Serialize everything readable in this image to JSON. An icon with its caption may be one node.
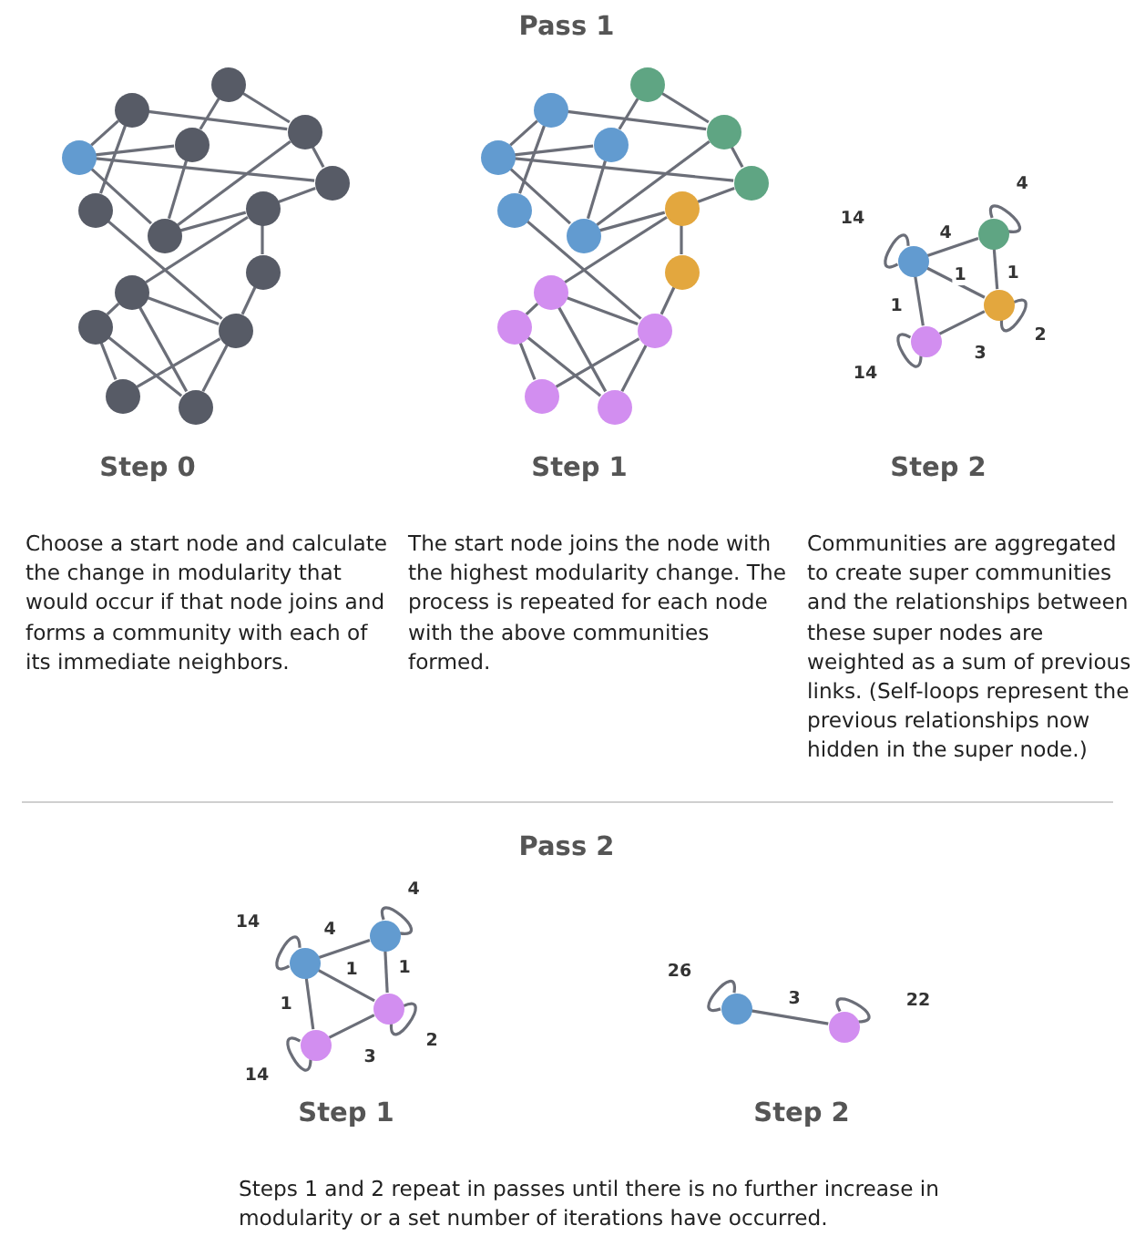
{
  "diagram": {
    "nodes": [
      {
        "text": [],
        "shape": "circle"
      },
      {
        "text": [],
        "shape": "circle"
      },
      {
        "text": [],
        "shape": "circle"
      },
      {
        "text": [],
        "shape": "circle"
      },
      {
        "text": [],
        "shape": "circle"
      },
      {
        "text": [],
        "shape": "circle"
      },
      {
        "text": [],
        "shape": "circle"
      },
      {
        "text": [],
        "shape": "circle"
      },
      {
        "text": [],
        "shape": "circle"
      },
      {
        "text": [],
        "shape": "circle"
      },
      {
        "text": [],
        "shape": "circle"
      },
      {
        "text": [],
        "shape": "circle"
      },
      {
        "text": [],
        "shape": "circle"
      },
      {
        "text": [],
        "shape": "circle"
      },
      {
        "text": [],
        "shape": "circle"
      },
      {
        "text": [],
        "shape": "circle"
      },
      {
        "text": [],
        "shape": "circle"
      },
      {
        "text": [],
        "shape": "circle"
      },
      {
        "text": [],
        "shape": "circle"
      },
      {
        "text": [],
        "shape": "circle"
      },
      {
        "text": [],
        "shape": "circle"
      },
      {
        "text": [],
        "shape": "circle"
      },
      {
        "text": [],
        "shape": "circle"
      },
      {
        "text": [],
        "shape": "circle"
      },
      {
        "text": [],
        "shape": "circle"
      },
      {
        "text": [],
        "shape": "circle"
      },
      {
        "text": [],
        "shape": "circle"
      },
      {
        "text": [],
        "shape": "circle"
      },
      {
        "text": [],
        "shape": "circle"
      },
      {
        "text": [],
        "shape": "circle"
      },
      {
        "text": [],
        "shape": "circle"
      },
      {
        "text": [],
        "shape": "circle"
      },
      {
        "text": [],
        "shape": "circle"
      },
      {
        "text": [],
        "shape": "circle"
      },
      {
        "text": [],
        "shape": "circle"
      },
      {
        "text": [],
        "shape": "circle"
      },
      {
        "text": [],
        "shape": "circle"
      },
      {
        "text": [],
        "shape": "circle"
      },
      {
        "text": [],
        "shape": "circle"
      },
      {
        "text": [],
        "shape": "circle"
      }
    ],
    "edges": [
      {
        "from": 0,
        "to": 2,
        "arrow": "none"
      },
      {
        "from": 0,
        "to": 4,
        "arrow": "none"
      },
      {
        "from": 1,
        "to": 2,
        "arrow": "none"
      },
      {
        "from": 1,
        "to": 3,
        "arrow": "none"
      },
      {
        "from": 1,
        "to": 6,
        "arrow": "none"
      },
      {
        "from": 3,
        "to": 4,
        "arrow": "none"
      },
      {
        "from": 3,
        "to": 5,
        "arrow": "none"
      },
      {
        "from": 3,
        "to": 8,
        "arrow": "none"
      },
      {
        "from": 4,
        "to": 8,
        "arrow": "none"
      },
      {
        "from": 2,
        "to": 8,
        "arrow": "none"
      },
      {
        "from": 2,
        "to": 5,
        "arrow": "none"
      },
      {
        "from": 5,
        "to": 7,
        "arrow": "none"
      },
      {
        "from": 7,
        "to": 8,
        "arrow": "none"
      },
      {
        "from": 7,
        "to": 9,
        "arrow": "none"
      },
      {
        "from": 7,
        "to": 10,
        "arrow": "none"
      },
      {
        "from": 9,
        "to": 12,
        "arrow": "none"
      },
      {
        "from": 6,
        "to": 12,
        "arrow": "none"
      },
      {
        "from": 10,
        "to": 12,
        "arrow": "none"
      },
      {
        "from": 10,
        "to": 11,
        "arrow": "none"
      },
      {
        "from": 10,
        "to": 14,
        "arrow": "none"
      },
      {
        "from": 11,
        "to": 14,
        "arrow": "none"
      },
      {
        "from": 11,
        "to": 13,
        "arrow": "none"
      },
      {
        "from": 13,
        "to": 12,
        "arrow": "none"
      },
      {
        "from": 12,
        "to": 14,
        "arrow": "none"
      },
      {
        "from": 15,
        "to": 17,
        "arrow": "none"
      },
      {
        "from": 15,
        "to": 19,
        "arrow": "none"
      },
      {
        "from": 16,
        "to": 17,
        "arrow": "none"
      },
      {
        "from": 16,
        "to": 18,
        "arrow": "none"
      },
      {
        "from": 16,
        "to": 21,
        "arrow": "none"
      },
      {
        "from": 18,
        "to": 19,
        "arrow": "none"
      },
      {
        "from": 18,
        "to": 20,
        "arrow": "none"
      },
      {
        "from": 18,
        "to": 23,
        "arrow": "none"
      },
      {
        "from": 19,
        "to": 23,
        "arrow": "none"
      },
      {
        "from": 17,
        "to": 23,
        "arrow": "none"
      },
      {
        "from": 17,
        "to": 20,
        "arrow": "none"
      },
      {
        "from": 20,
        "to": 22,
        "arrow": "none"
      },
      {
        "from": 22,
        "to": 23,
        "arrow": "none"
      },
      {
        "from": 22,
        "to": 24,
        "arrow": "none"
      },
      {
        "from": 22,
        "to": 25,
        "arrow": "none"
      },
      {
        "from": 24,
        "to": 27,
        "arrow": "none"
      },
      {
        "from": 21,
        "to": 27,
        "arrow": "none"
      },
      {
        "from": 25,
        "to": 27,
        "arrow": "none"
      },
      {
        "from": 25,
        "to": 26,
        "arrow": "none"
      },
      {
        "from": 25,
        "to": 29,
        "arrow": "none"
      },
      {
        "from": 26,
        "to": 29,
        "arrow": "none"
      },
      {
        "from": 26,
        "to": 28,
        "arrow": "none"
      },
      {
        "from": 28,
        "to": 27,
        "arrow": "none"
      },
      {
        "from": 27,
        "to": 29,
        "arrow": "none"
      },
      {
        "from": 30,
        "to": 31,
        "arrow": "none",
        "label": "4"
      },
      {
        "from": 30,
        "to": 32,
        "arrow": "none",
        "label": "1"
      },
      {
        "from": 31,
        "to": 32,
        "arrow": "none",
        "label": "1"
      },
      {
        "from": 30,
        "to": 33,
        "arrow": "none",
        "label": "1"
      },
      {
        "from": 33,
        "to": 32,
        "arrow": "none",
        "label": "3"
      },
      {
        "from": 30,
        "to": 30,
        "arrow": "none",
        "label": "14"
      },
      {
        "from": 31,
        "to": 31,
        "arrow": "none",
        "label": "4"
      },
      {
        "from": 32,
        "to": 32,
        "arrow": "none",
        "label": "2"
      },
      {
        "from": 33,
        "to": 33,
        "arrow": "none",
        "label": "14"
      },
      {
        "from": 34,
        "to": 35,
        "arrow": "none",
        "label": "4"
      },
      {
        "from": 34,
        "to": 36,
        "arrow": "none",
        "label": "1"
      },
      {
        "from": 35,
        "to": 36,
        "arrow": "none",
        "label": "1"
      },
      {
        "from": 34,
        "to": 37,
        "arrow": "none",
        "label": "1"
      },
      {
        "from": 37,
        "to": 36,
        "arrow": "none",
        "label": "3"
      },
      {
        "from": 34,
        "to": 34,
        "arrow": "none",
        "label": "14"
      },
      {
        "from": 35,
        "to": 35,
        "arrow": "none",
        "label": "4"
      },
      {
        "from": 36,
        "to": 36,
        "arrow": "none",
        "label": "2"
      },
      {
        "from": 37,
        "to": 37,
        "arrow": "none",
        "label": "14"
      },
      {
        "from": 38,
        "to": 39,
        "arrow": "none",
        "label": "3"
      },
      {
        "from": 38,
        "to": 38,
        "arrow": "none",
        "label": "26"
      },
      {
        "from": 39,
        "to": 39,
        "arrow": "none",
        "label": "22"
      }
    ],
    "labels": [
      "Pass 1",
      "Step 0",
      "Step 1",
      "Step 2",
      "Choose a start node and calculate the change in modularity that would occur if that node joins and forms a community with each of its immediate neighbors.",
      "The start node joins the node with the highest modularity change. The process is repeated for each node with the above communities formed.",
      "Communities are aggregated to create super communities and the relationships between these super nodes are weighted as a sum of previous links. (Self-loops represent the previous relationships now hidden in the super node.)",
      "Pass 2",
      "Step 1",
      "Step 2",
      "Steps 1 and 2 repeat in passes until there is no further increase in modularity or a set number of iterations have occurred."
    ]
  }
}
